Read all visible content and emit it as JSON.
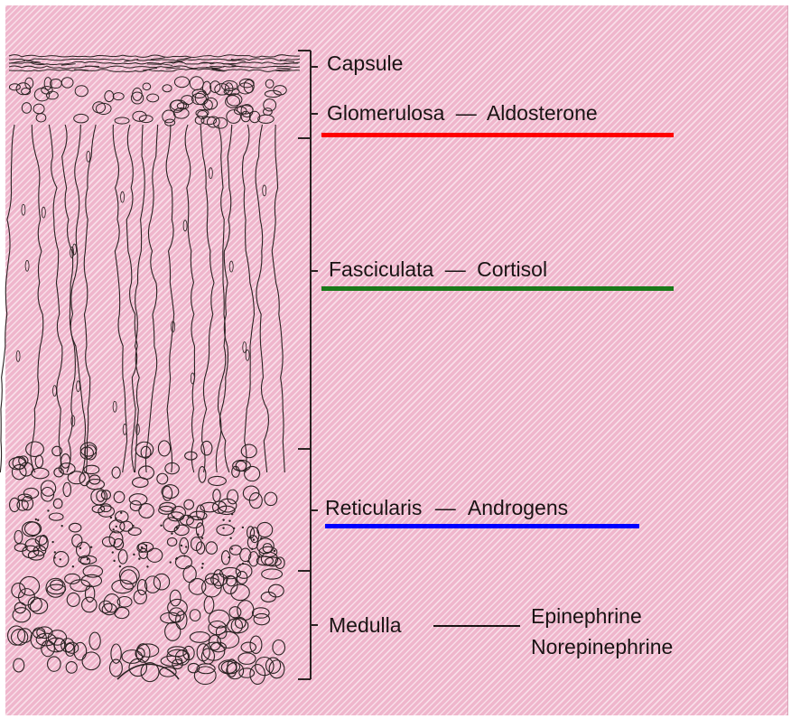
{
  "zones": [
    {
      "id": "capsule",
      "name": "Capsule",
      "hormones": []
    },
    {
      "id": "glomerulosa",
      "name": "Glomerulosa",
      "hormones": [
        "Aldosterone"
      ]
    },
    {
      "id": "fasciculata",
      "name": "Fasciculata",
      "hormones": [
        "Cortisol"
      ]
    },
    {
      "id": "reticularis",
      "name": "Reticularis",
      "hormones": [
        "Androgens"
      ]
    },
    {
      "id": "medulla",
      "name": "Medulla",
      "hormones": [
        "Epinephrine",
        "Norepinephrine"
      ]
    }
  ],
  "dash": "—",
  "colors": {
    "background": "#efb6cc",
    "ink": "#1a1414",
    "glomerulosa_underline": "#ff0000",
    "fasciculata_underline": "#1a7a1a",
    "reticularis_underline": "#0000ff"
  }
}
